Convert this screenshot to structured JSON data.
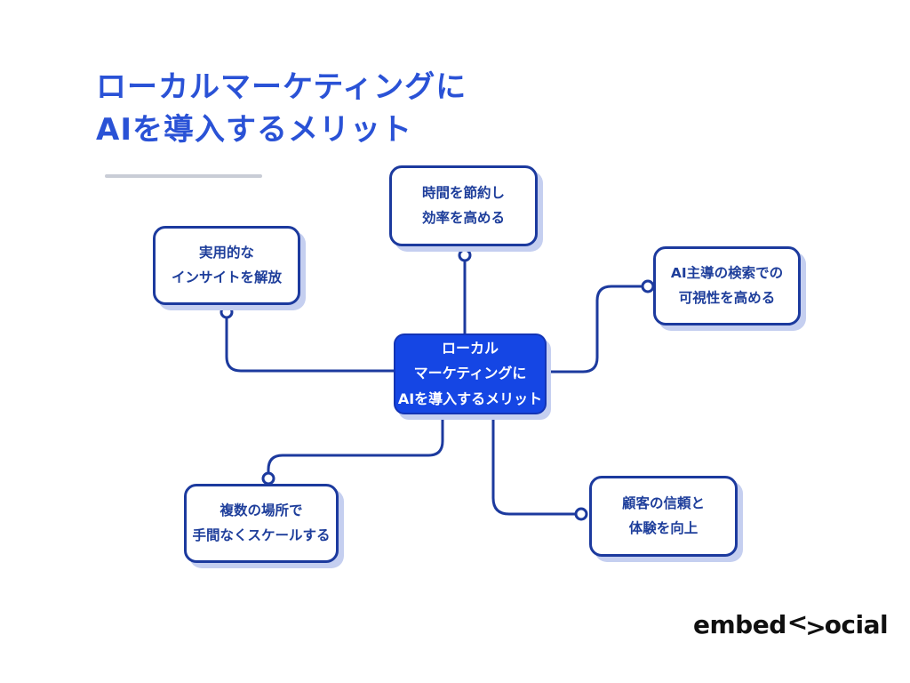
{
  "title": {
    "line1": "ローカルマーケティングに",
    "line2": "AIを導入するメリット"
  },
  "center_node": {
    "line1": "ローカル",
    "line2": "マーケティングに",
    "line3": "AIを導入するメリット"
  },
  "nodes": [
    {
      "id": "top",
      "line1": "時間を節約し",
      "line2": "効率を高める"
    },
    {
      "id": "left",
      "line1": "実用的な",
      "line2": "インサイトを解放"
    },
    {
      "id": "right",
      "line1": "AI主導の検索での",
      "line2": "可視性を高める"
    },
    {
      "id": "bottom-left",
      "line1": "複数の場所で",
      "line2": "手間なくスケールする"
    },
    {
      "id": "bottom-right",
      "line1": "顧客の信頼と",
      "line2": "体験を向上"
    }
  ],
  "logo": {
    "prefix": "embed",
    "symbol_left": "<",
    "symbol_right": ">",
    "suffix": "ocial"
  },
  "colors": {
    "title_blue": "#2a52d6",
    "line_navy": "#1c3a9e",
    "node_text": "#1e3e9b",
    "center_fill": "#1546e4",
    "shadow_periwinkle": "#c5cff0",
    "underline_gray": "#c9cdd6",
    "logo_black": "#101010",
    "bg_white": "#ffffff"
  }
}
